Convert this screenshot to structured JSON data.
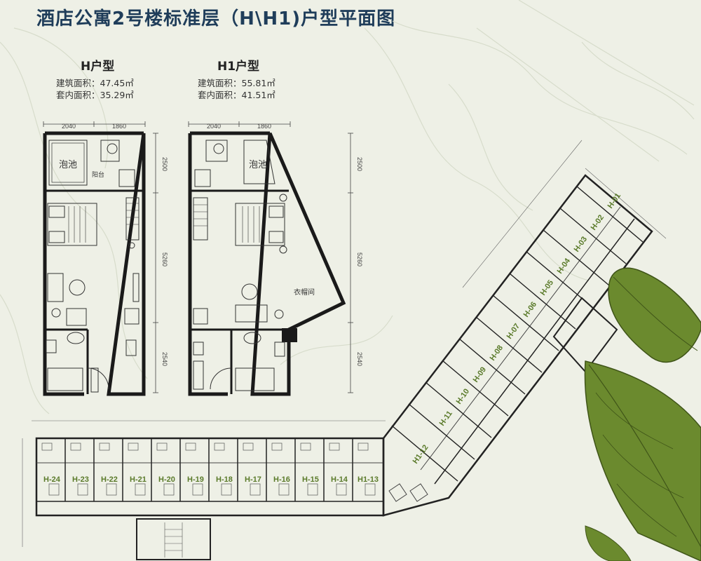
{
  "title": "酒店公寓2号楼标准层（H\\H1)户型平面图",
  "units": [
    {
      "name": "H户型",
      "gross_area": "建筑面积：47.45㎡",
      "inner_area": "套内面积：35.29㎡",
      "top_dims": [
        "2040",
        "1860"
      ],
      "side_dims": [
        "2500",
        "5260",
        "2540"
      ],
      "rooms": [
        "泡池",
        "阳台"
      ]
    },
    {
      "name": "H1户型",
      "gross_area": "建筑面积：55.81㎡",
      "inner_area": "套内面积：41.51㎡",
      "top_dims": [
        "2040",
        "1860"
      ],
      "side_dims": [
        "2500",
        "5260",
        "2540"
      ],
      "rooms": [
        "泡池",
        "衣帽间"
      ]
    }
  ],
  "bottom_wing_labels": [
    "H-24",
    "H-23",
    "H-22",
    "H-21",
    "H-20",
    "H-19",
    "H-18",
    "H-17",
    "H-16",
    "H-15",
    "H-14",
    "H1-13"
  ],
  "diagonal_wing_labels": [
    "H-01",
    "H-02",
    "H-03",
    "H-04",
    "H-05",
    "H-06",
    "H-07",
    "H-08",
    "H-09",
    "H-10",
    "H-11",
    "H1-12"
  ],
  "colors": {
    "title": "#1f3d5a",
    "wall": "#1a1a1a",
    "label": "#5a7a2a",
    "leaf": "#6b8a2e",
    "background": "#eef0e6"
  }
}
